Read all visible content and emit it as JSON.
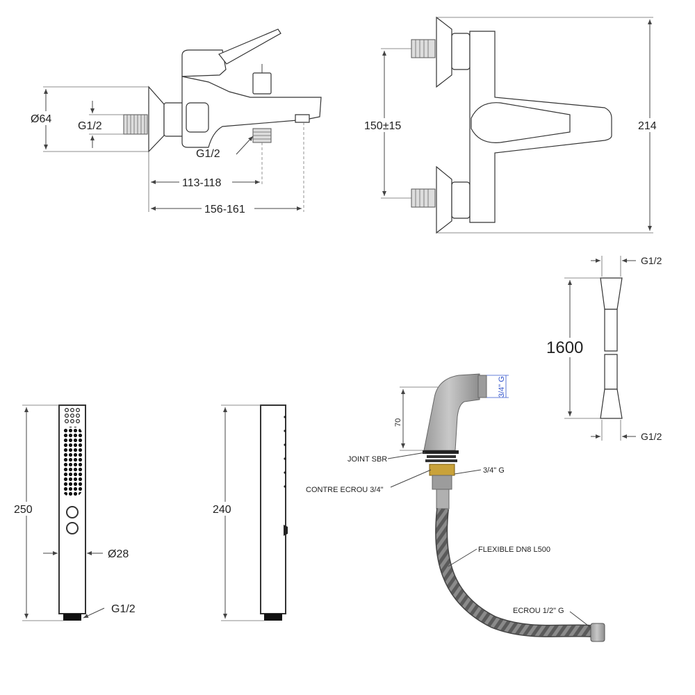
{
  "mixer_side": {
    "diameter_label": "Ø64",
    "inlet_thread": "G1/2",
    "outlet_thread": "G1/2",
    "dim_short": "113-118",
    "dim_long": "156-161"
  },
  "mixer_front": {
    "spacing_label": "150±15",
    "height_label": "214"
  },
  "hose": {
    "thread_top": "G1/2",
    "length_label": "1600",
    "thread_bottom": "G1/2"
  },
  "hand_shower_front": {
    "length_label": "250",
    "diameter_label": "Ø28",
    "thread_label": "G1/2"
  },
  "hand_shower_side": {
    "length_label": "240"
  },
  "connector": {
    "height_label": "70",
    "thread_top": "3/4\" G",
    "joint_label": "JOINT SBR",
    "nut_label": "CONTRE ECROU 3/4\"",
    "thread_label": "3/4\" G",
    "flex_label": "FLEXIBLE DN8 L500",
    "nut_half_label": "ECROU 1/2\" G"
  },
  "colors": {
    "line": "#444444",
    "fill_chrome": "#b8b8b8",
    "brass": "#c9a23a",
    "dim_blue": "#3355cc"
  }
}
